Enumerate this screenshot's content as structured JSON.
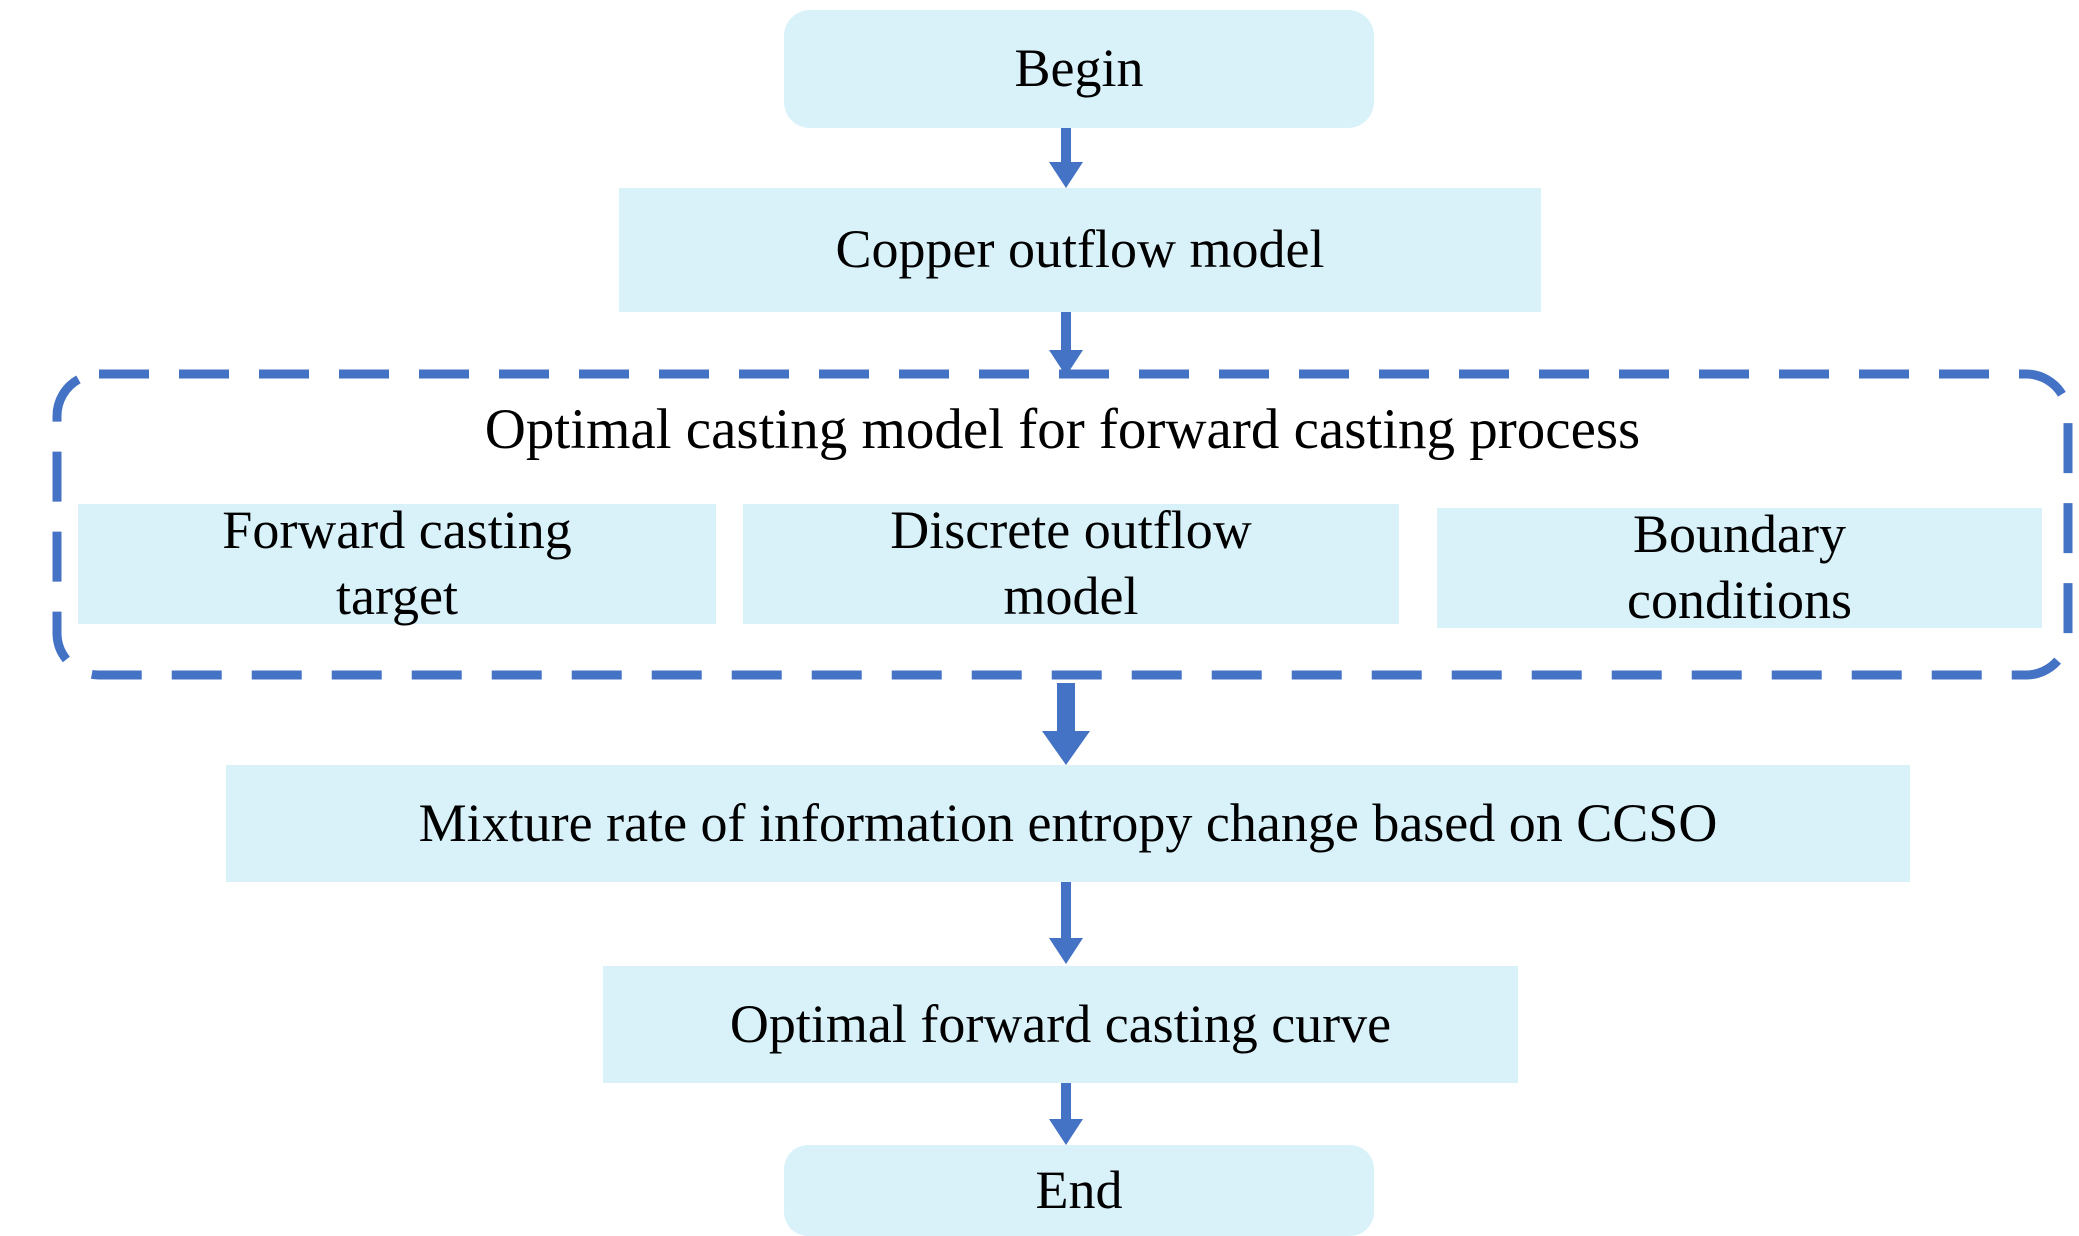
{
  "flowchart": {
    "begin": {
      "label": "Begin"
    },
    "copper_model": {
      "label": "Copper outflow model"
    },
    "optimal_group": {
      "title": "Optimal casting model for forward casting process",
      "children": [
        {
          "line1": "Forward casting",
          "line2": "target"
        },
        {
          "line1": "Discrete outflow",
          "line2": "model"
        },
        {
          "line1": "Boundary",
          "line2": "conditions"
        }
      ]
    },
    "mixture": {
      "label": "Mixture rate of information entropy change based on CCSO"
    },
    "curve": {
      "label": "Optimal forward casting curve"
    },
    "end": {
      "label": "End"
    },
    "colors": {
      "box_fill": "#D9F2FA",
      "arrow_blue": "#4472C4",
      "text_color": "#000000"
    }
  }
}
